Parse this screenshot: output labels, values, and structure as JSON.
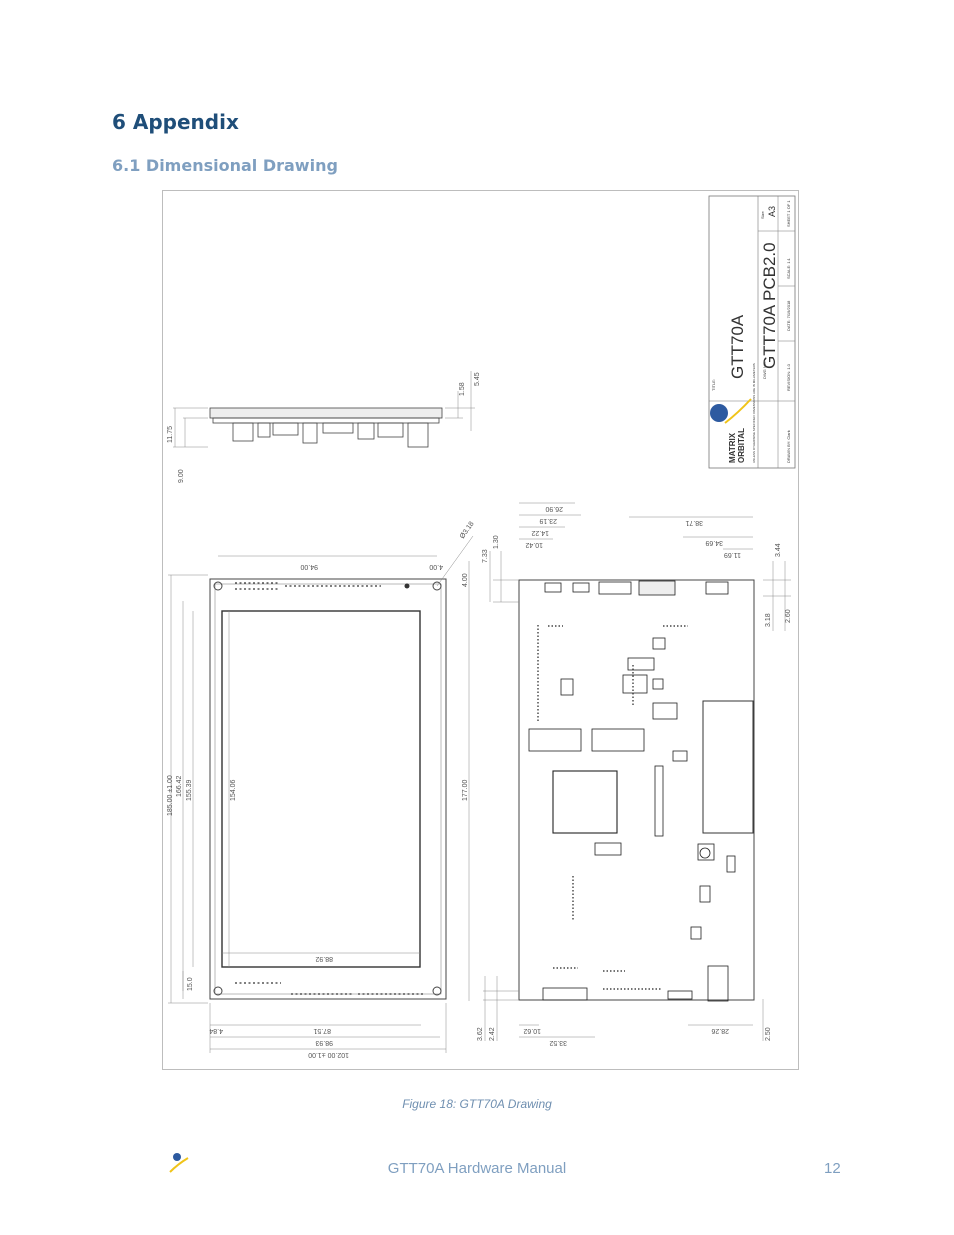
{
  "heading": "6 Appendix",
  "subheading": "6.1 Dimensional Drawing",
  "drawing": {
    "title_block": {
      "title_label": "TITLE:",
      "title": "GTT70A",
      "dwg_label": "DWG NO.",
      "dwg_no": "GTT70A PCB2.0",
      "size_label": "Size",
      "size": "A3",
      "revision": "REVISION: 1.0",
      "date": "DATE: 7/19/2018",
      "scale": "SCALE: 1:1",
      "sheet": "SHEET 1 OF 1",
      "drawn_by": "DRAWN BY: Clark",
      "notes": "UNLESS OTHERWISE SPECIFIED: DIMENSIONS ARE IN MILLIMETERS",
      "logo_line1": "MATRIX",
      "logo_line2": "ORBITAL"
    },
    "dims": {
      "d_11_75": "11.75",
      "d_9_00": "9.00",
      "d_1_58": "1.58",
      "d_5_45": "5.45",
      "d_94_00": "94.00",
      "d_4_00": "4.00",
      "d_phi": "Ø3.18",
      "d_4_00b": "4.00",
      "d_185": "185.00 ±1.00",
      "d_166_42": "166.42",
      "d_155_39": "155.39",
      "d_154_06": "154.06",
      "d_177": "177.00",
      "d_15_0": "15.0",
      "d_88_92": "88.92",
      "d_4_84": "4.84",
      "d_87_51": "87.51",
      "d_98_93": "98.93",
      "d_102": "102.00 ±1.00",
      "d_26_90": "26.90",
      "d_23_19": "23.19",
      "d_14_22": "14.22",
      "d_10_42": "10.42",
      "d_7_33": "7.33",
      "d_1_30": "1.30",
      "d_38_71": "38.71",
      "d_34_69": "34.69",
      "d_11_69": "11.69",
      "d_3_44": "3.44",
      "d_3_18": "3.18",
      "d_2_60": "2.60",
      "d_3_62": "3.62",
      "d_2_42": "2.42",
      "d_10_62": "10.62",
      "d_33_52": "33.52",
      "d_28_26": "28.26",
      "d_2_50": "2.50"
    }
  },
  "caption": "Figure 18: GTT70A  Drawing",
  "footer": {
    "title": "GTT70A Hardware Manual",
    "page": "12"
  }
}
